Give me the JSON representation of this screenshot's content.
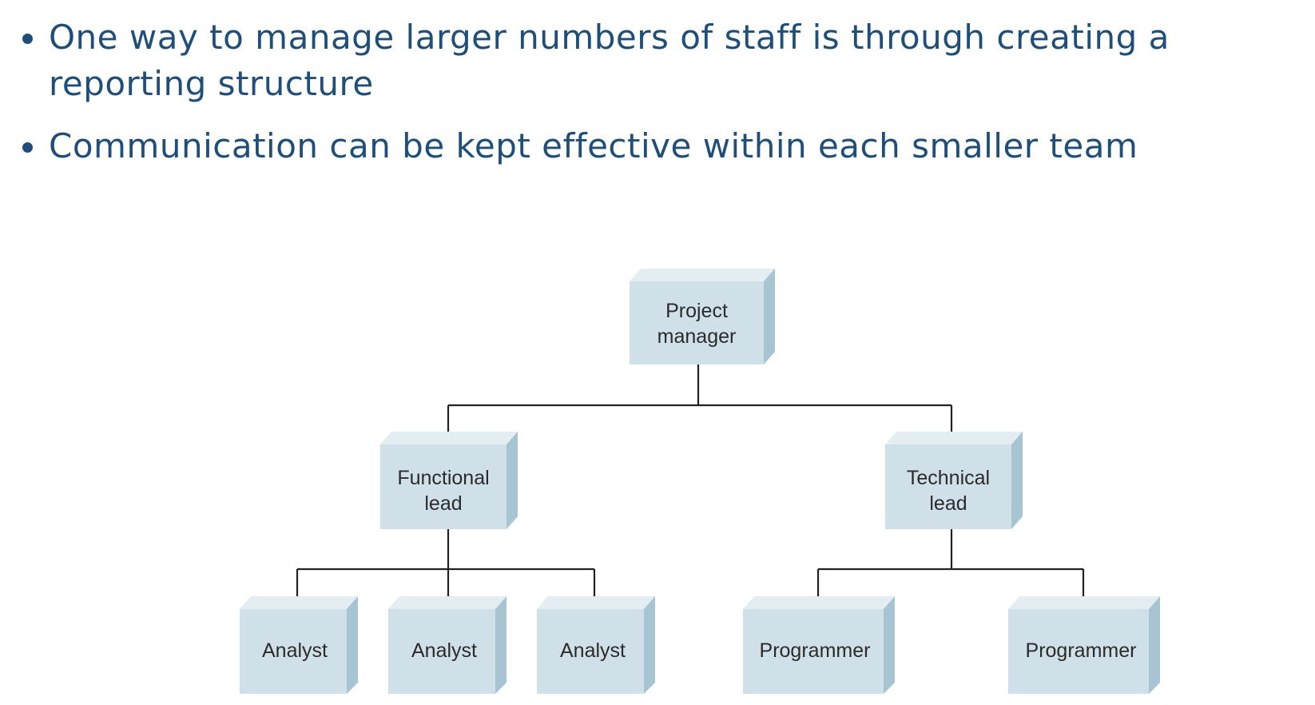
{
  "bullets": [
    {
      "text": "One way to manage larger numbers of staff is through creating a reporting structure"
    },
    {
      "text": "Communication can be kept effective within each smaller team"
    }
  ],
  "colors": {
    "bullet_text": "#1f4e79",
    "box_front": "#cfe0e9",
    "box_top": "#e4edf2",
    "box_side": "#a7c4d3",
    "connector": "#222222"
  },
  "org_chart": {
    "root": {
      "label_lines": [
        "Project",
        "manager"
      ]
    },
    "leads": [
      {
        "label_lines": [
          "Functional",
          "lead"
        ],
        "reports": [
          {
            "label": "Analyst"
          },
          {
            "label": "Analyst"
          },
          {
            "label": "Analyst"
          }
        ]
      },
      {
        "label_lines": [
          "Technical",
          "lead"
        ],
        "reports": [
          {
            "label": "Programmer"
          },
          {
            "label": "Programmer"
          }
        ]
      }
    ]
  }
}
